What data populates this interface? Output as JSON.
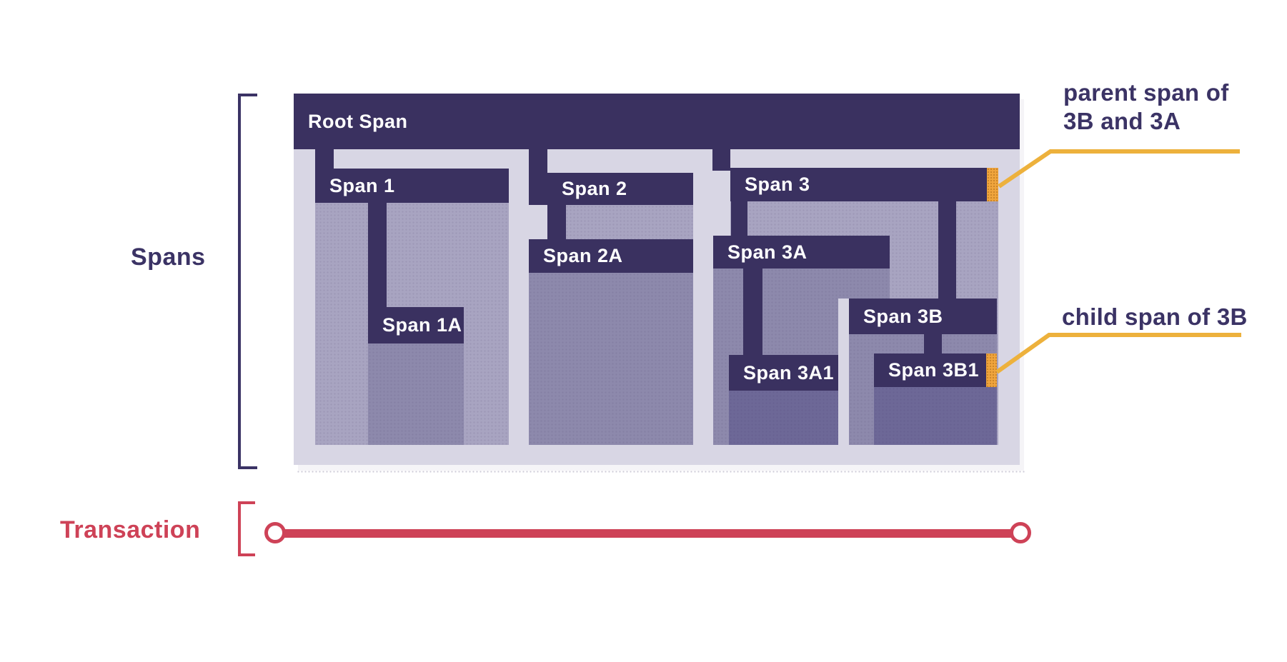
{
  "labels": {
    "spans": "Spans",
    "transaction": "Transaction"
  },
  "trace": {
    "root": {
      "label": "Root Span"
    },
    "span1": {
      "label": "Span 1"
    },
    "span1a": {
      "label": "Span 1A"
    },
    "span2": {
      "label": "Span 2"
    },
    "span2a": {
      "label": "Span 2A"
    },
    "span3": {
      "label": "Span 3"
    },
    "span3a": {
      "label": "Span 3A"
    },
    "span3a1": {
      "label": "Span 3A1"
    },
    "span3b": {
      "label": "Span 3B"
    },
    "span3b1": {
      "label": "Span 3B1"
    }
  },
  "annotations": {
    "parent_span": {
      "line1": "parent span of",
      "line2": "3B and 3A"
    },
    "child_span": {
      "text": "child span of 3B"
    }
  },
  "colors": {
    "bar-navy": "#3A3160",
    "container-bg": "#D8D6E4",
    "fill-level-1": "#A8A4C1",
    "fill-level-2": "#8D89AC",
    "fill-level-3": "#6D6897",
    "marker-orange": "#F0A53D",
    "callout-yellow": "#EDB13C",
    "transaction-red": "#CE4257",
    "label-navy": "#3B3365"
  }
}
